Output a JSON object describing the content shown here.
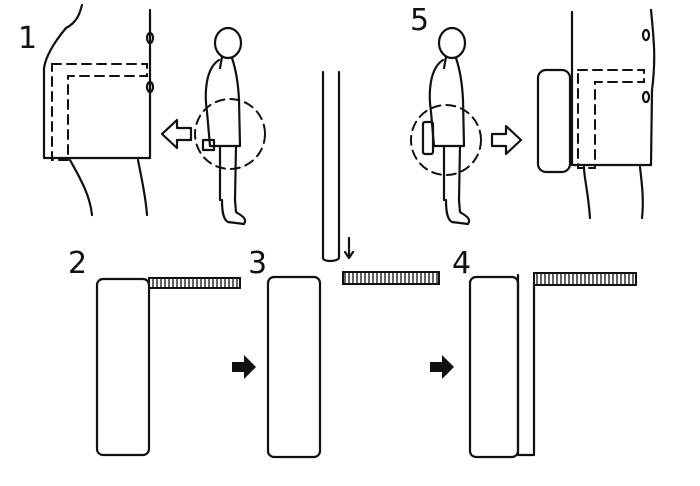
{
  "diagram": {
    "steps": [
      {
        "id": "step-1",
        "label": "1"
      },
      {
        "id": "step-2",
        "label": "2"
      },
      {
        "id": "step-3",
        "label": "3"
      },
      {
        "id": "step-4",
        "label": "4"
      },
      {
        "id": "step-5",
        "label": "5"
      }
    ],
    "colors": {
      "ink": "#111111",
      "paper": "#ffffff"
    },
    "icons": [
      "arrow-left-icon",
      "arrow-right-icon",
      "down-arrow-icon",
      "solid-arrow-right-icon"
    ]
  }
}
